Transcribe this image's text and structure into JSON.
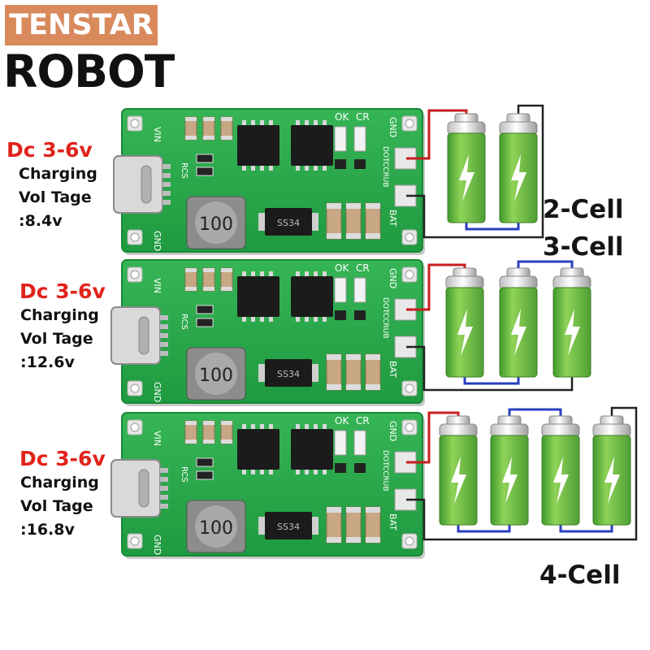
{
  "brand": {
    "name_top": "TENSTAR",
    "name_bottom": "ROBOT",
    "top_bg_color": "#d98a5c"
  },
  "colors": {
    "board_green": "#2aa84a",
    "battery_green": "#6bbf3c",
    "wire_red": "#c81e1e",
    "wire_blue": "#2a3fbf",
    "wire_black": "#222222",
    "input_red": "#e0231b"
  },
  "boards": [
    {
      "input": "Dc 3-6v",
      "line1": "Charging",
      "line2": "Vol Tage",
      "output": ":8.4v",
      "cells": 2,
      "cell_label": "2-Cell",
      "silk": {
        "vin": "VIN",
        "gnd_left": "GND",
        "ok": "OK",
        "cr": "CR",
        "gnd_right": "GND",
        "dotc": "DOTCCRUB",
        "bat": "BAT",
        "rcs": "RCS",
        "inductor": "100",
        "diode": "SS34"
      }
    },
    {
      "input": "Dc 3-6v",
      "line1": "Charging",
      "line2": "Vol Tage",
      "output": ":12.6v",
      "cells": 3,
      "cell_label": "3-Cell",
      "silk": {
        "vin": "VIN",
        "gnd_left": "GND",
        "ok": "OK",
        "cr": "CR",
        "gnd_right": "GND",
        "dotc": "DOTCCRUB",
        "bat": "BAT",
        "rcs": "RCS",
        "inductor": "100",
        "diode": "SS34"
      }
    },
    {
      "input": "Dc 3-6v",
      "line1": "Charging",
      "line2": "Vol Tage",
      "output": ":16.8v",
      "cells": 4,
      "cell_label": "4-Cell",
      "silk": {
        "vin": "VIN",
        "gnd_left": "GND",
        "ok": "OK",
        "cr": "CR",
        "gnd_right": "GND",
        "dotc": "DOTCCRUB",
        "bat": "BAT",
        "rcs": "RCS",
        "inductor": "100",
        "diode": "SS34"
      }
    }
  ],
  "icons": {
    "battery": "lightning-bolt-icon",
    "usb": "usb-c-port-icon"
  }
}
